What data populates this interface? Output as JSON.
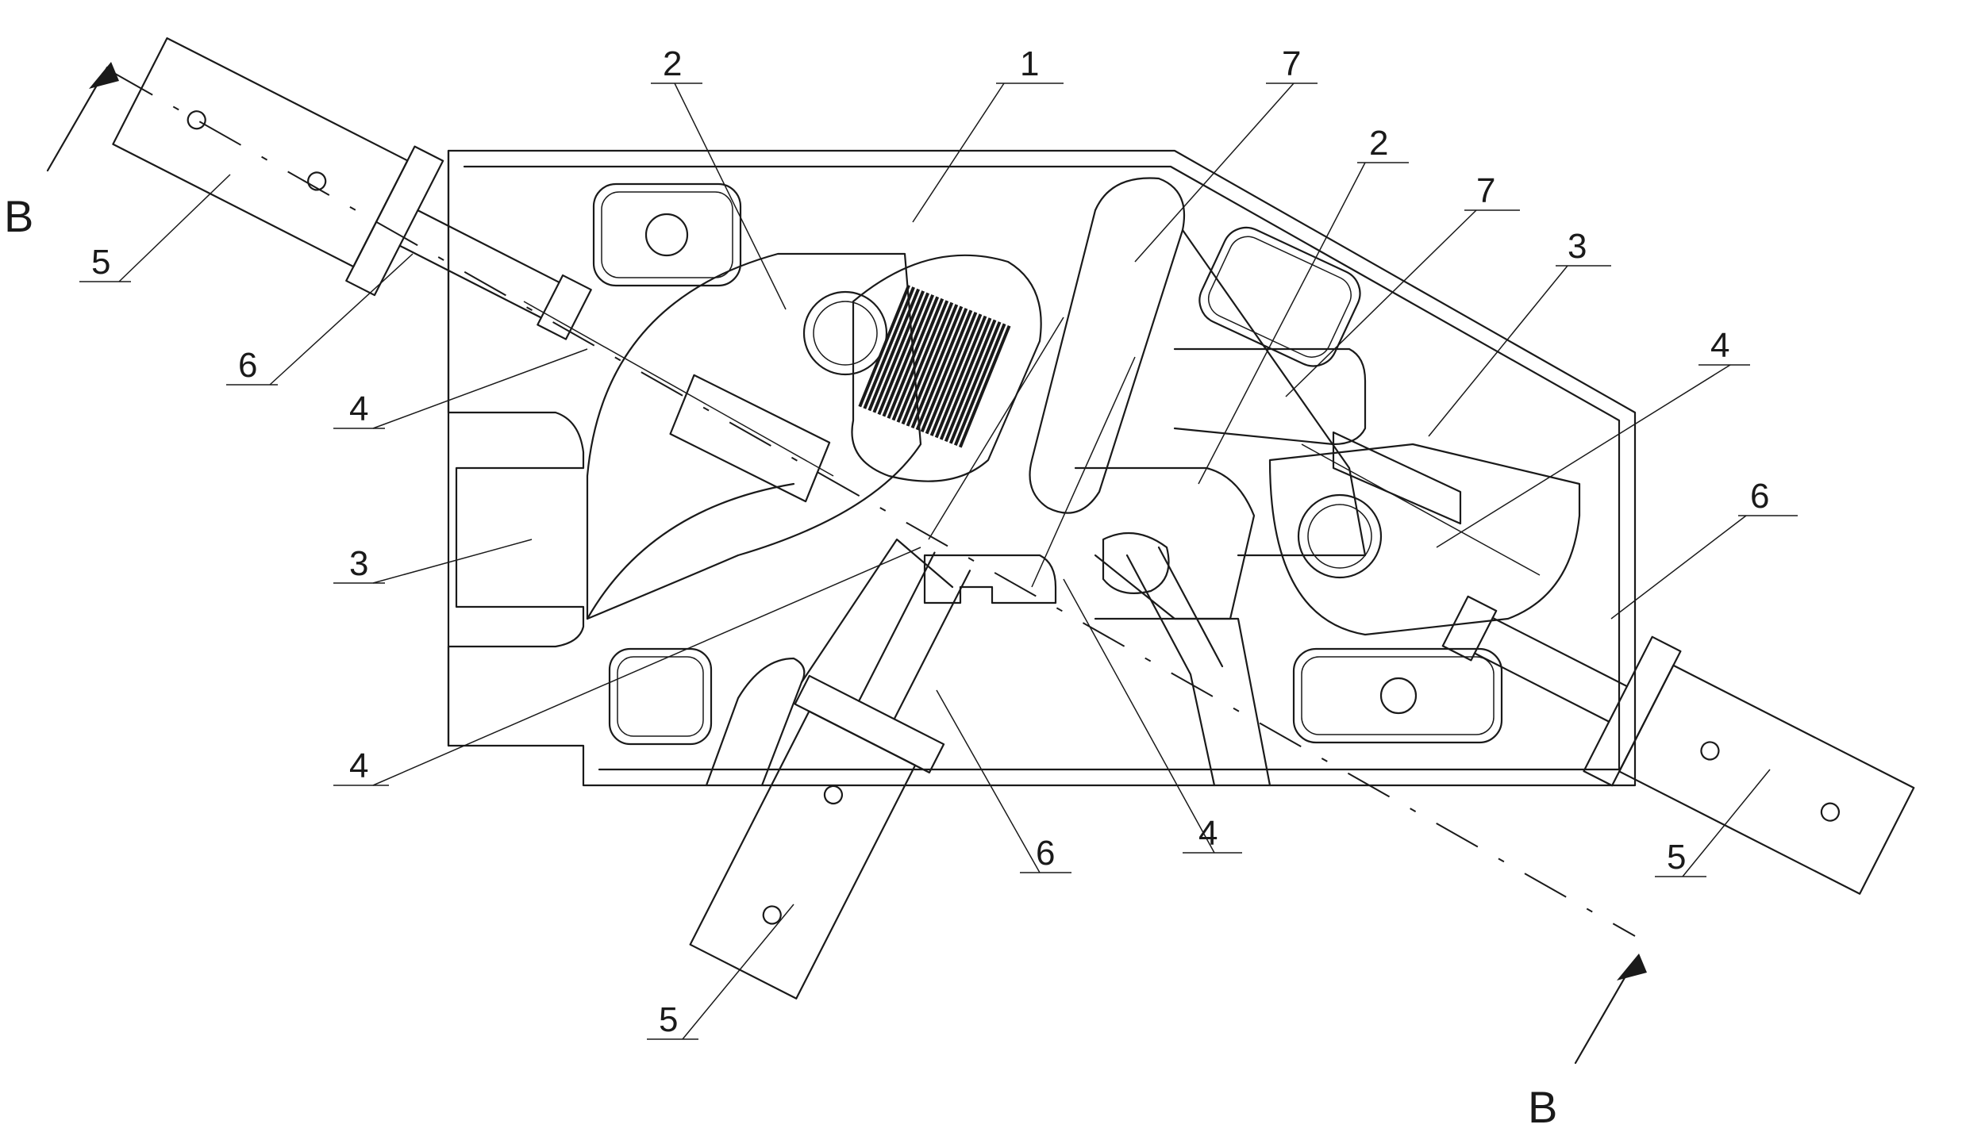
{
  "section_marks": {
    "top_left": "B",
    "bottom_right": "B"
  },
  "callouts": [
    {
      "id": "c1",
      "text": "1"
    },
    {
      "id": "c2a",
      "text": "2"
    },
    {
      "id": "c2b",
      "text": "2"
    },
    {
      "id": "c3a",
      "text": "3"
    },
    {
      "id": "c3b",
      "text": "3"
    },
    {
      "id": "c4a",
      "text": "4"
    },
    {
      "id": "c4b",
      "text": "4"
    },
    {
      "id": "c4c",
      "text": "4"
    },
    {
      "id": "c4d",
      "text": "4"
    },
    {
      "id": "c5a",
      "text": "5"
    },
    {
      "id": "c5b",
      "text": "5"
    },
    {
      "id": "c5c",
      "text": "5"
    },
    {
      "id": "c6a",
      "text": "6"
    },
    {
      "id": "c6b",
      "text": "6"
    },
    {
      "id": "c6c",
      "text": "6"
    },
    {
      "id": "c7a",
      "text": "7"
    },
    {
      "id": "c7b",
      "text": "7"
    }
  ]
}
